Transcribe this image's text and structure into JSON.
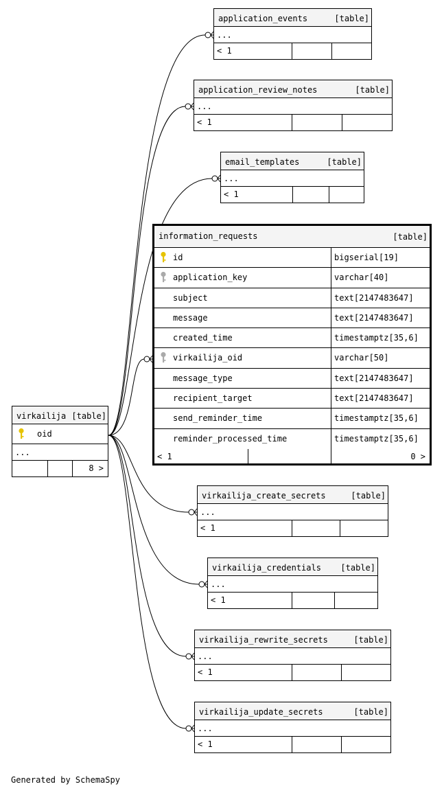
{
  "footer": {
    "credit": "Generated by SchemaSpy"
  },
  "colors": {
    "primary_key": "#e6c300",
    "foreign_key": "#aaaaaa",
    "header_bg": "#f4f4f4"
  },
  "focus_table": {
    "name": "information_requests",
    "tag": "[table]",
    "columns": [
      {
        "name": "id",
        "type": "bigserial[19]",
        "key": "primary-key-icon"
      },
      {
        "name": "application_key",
        "type": "varchar[40]",
        "key": "foreign-key-icon"
      },
      {
        "name": "subject",
        "type": "text[2147483647]",
        "key": ""
      },
      {
        "name": "message",
        "type": "text[2147483647]",
        "key": ""
      },
      {
        "name": "created_time",
        "type": "timestamptz[35,6]",
        "key": ""
      },
      {
        "name": "virkailija_oid",
        "type": "varchar[50]",
        "key": "foreign-key-icon"
      },
      {
        "name": "message_type",
        "type": "text[2147483647]",
        "key": ""
      },
      {
        "name": "recipient_target",
        "type": "text[2147483647]",
        "key": ""
      },
      {
        "name": "send_reminder_time",
        "type": "timestamptz[35,6]",
        "key": ""
      },
      {
        "name": "reminder_processed_time",
        "type": "timestamptz[35,6]",
        "key": ""
      }
    ],
    "footer_left": "< 1",
    "footer_right": "0 >"
  },
  "parent_table": {
    "name": "virkailija",
    "tag": "[table]",
    "column": "oid",
    "ellipsis": "...",
    "footer_right": "8 >"
  },
  "related_tables": [
    {
      "name": "application_events",
      "tag": "[table]",
      "ellipsis": "...",
      "footer_left": "< 1"
    },
    {
      "name": "application_review_notes",
      "tag": "[table]",
      "ellipsis": "...",
      "footer_left": "< 1"
    },
    {
      "name": "email_templates",
      "tag": "[table]",
      "ellipsis": "...",
      "footer_left": "< 1"
    },
    {
      "name": "virkailija_create_secrets",
      "tag": "[table]",
      "ellipsis": "...",
      "footer_left": "< 1"
    },
    {
      "name": "virkailija_credentials",
      "tag": "[table]",
      "ellipsis": "...",
      "footer_left": "< 1"
    },
    {
      "name": "virkailija_rewrite_secrets",
      "tag": "[table]",
      "ellipsis": "...",
      "footer_left": "< 1"
    },
    {
      "name": "virkailija_update_secrets",
      "tag": "[table]",
      "ellipsis": "...",
      "footer_left": "< 1"
    }
  ]
}
